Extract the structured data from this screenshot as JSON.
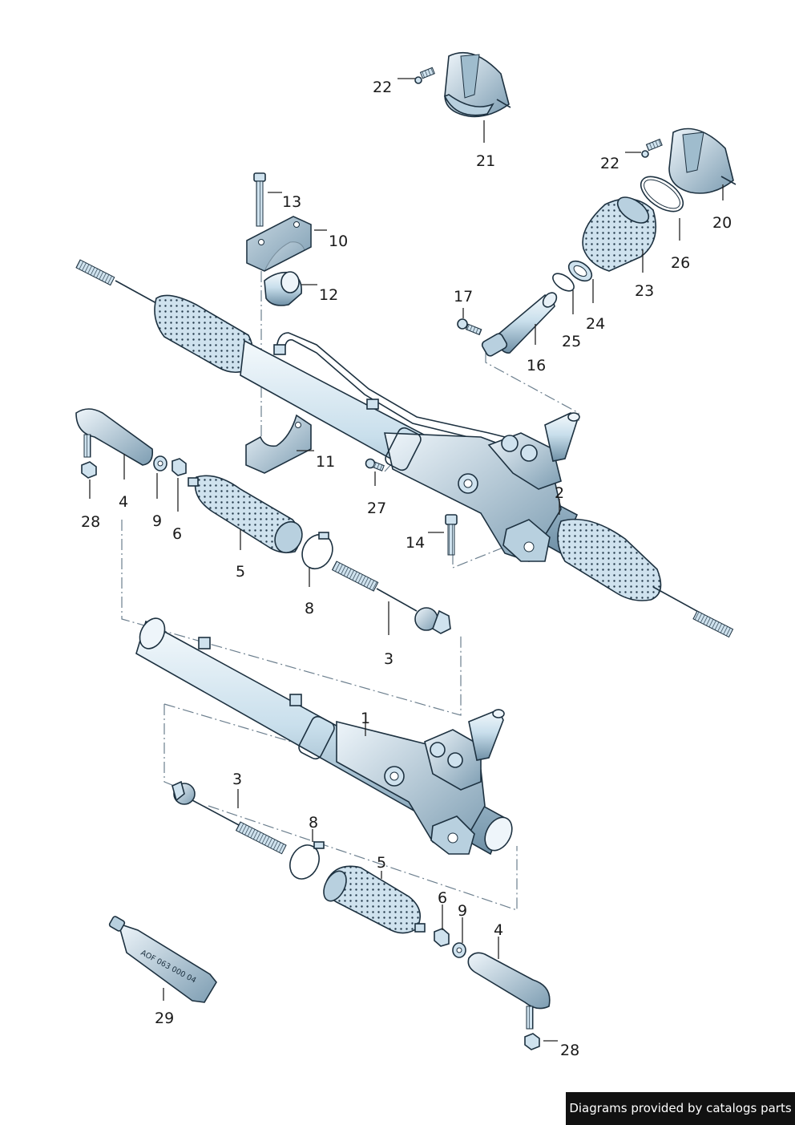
{
  "callouts": {
    "c22a": "22",
    "c21": "21",
    "c22b": "22",
    "c20": "20",
    "c26": "26",
    "c23": "23",
    "c24": "24",
    "c25": "25",
    "c17": "17",
    "c16": "16",
    "c13": "13",
    "c10": "10",
    "c12": "12",
    "c11": "11",
    "c27": "27",
    "c14": "14",
    "c2": "2",
    "c4a": "4",
    "c28a": "28",
    "c9a": "9",
    "c6a": "6",
    "c5a": "5",
    "c8a": "8",
    "c3a": "3",
    "c1": "1",
    "c3b": "3",
    "c8b": "8",
    "c5b": "5",
    "c6b": "6",
    "c9b": "9",
    "c4b": "4",
    "c28b": "28",
    "c29": "29"
  },
  "tube_marking": "AOF 063 000 04",
  "credit": "Diagrams provided by catalogs parts",
  "colors": {
    "part_fill": "#cfe2ee",
    "part_dark": "#7f9fb4",
    "outline": "#1d3140",
    "leader_dash": "#6c7f8e"
  }
}
